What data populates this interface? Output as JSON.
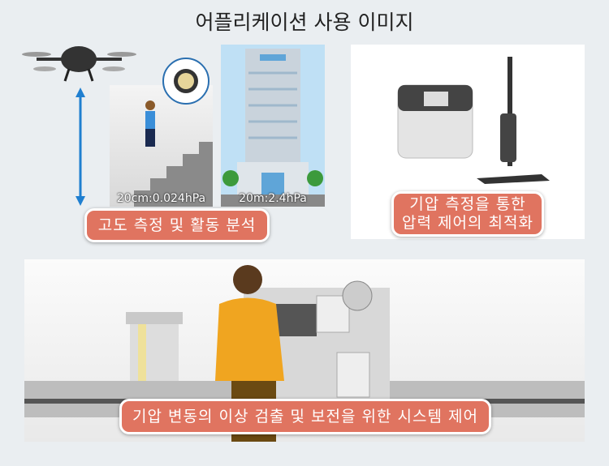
{
  "title": "어플리케이션 사용 이미지",
  "scenes": {
    "altitude": {
      "label": "고도 측정 및 활동 분석",
      "stairs_caption": "20cm:0.024hPa",
      "building_caption": "20m:2.4hPa"
    },
    "appliance": {
      "label_line1": "기압 측정을 통한",
      "label_line2": "압력 제어의 최적화"
    },
    "factory": {
      "label": "기압 변동의 이상 검출 및 보전을 위한 시스템 제어"
    }
  },
  "colors": {
    "label_bg": "#e07460",
    "arrow": "#1f7fd0",
    "sky": "#bfe0f5"
  }
}
